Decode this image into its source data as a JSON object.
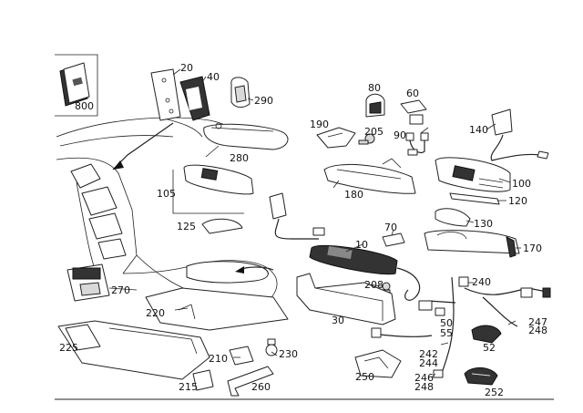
{
  "labels": {
    "p800": "800",
    "p20": "20",
    "p40": "40",
    "p290": "290",
    "p80": "80",
    "p60": "60",
    "p190": "190",
    "p205": "205",
    "p90": "90",
    "p140": "140",
    "p280": "280",
    "p180": "180",
    "p100": "100",
    "p120": "120",
    "p105": "105",
    "p125": "125",
    "p70": "70",
    "p10": "10",
    "p130": "130",
    "p170": "170",
    "p270": "270",
    "p208": "208",
    "p240": "240",
    "p220": "220",
    "p30": "30",
    "p50": "50",
    "p55": "55",
    "p247": "247",
    "p248a": "248",
    "p225": "225",
    "p52": "52",
    "p210": "210",
    "p230": "230",
    "p242": "242",
    "p244": "244",
    "p250": "250",
    "p246": "246",
    "p248b": "248",
    "p215": "215",
    "p260": "260",
    "p252": "252"
  }
}
